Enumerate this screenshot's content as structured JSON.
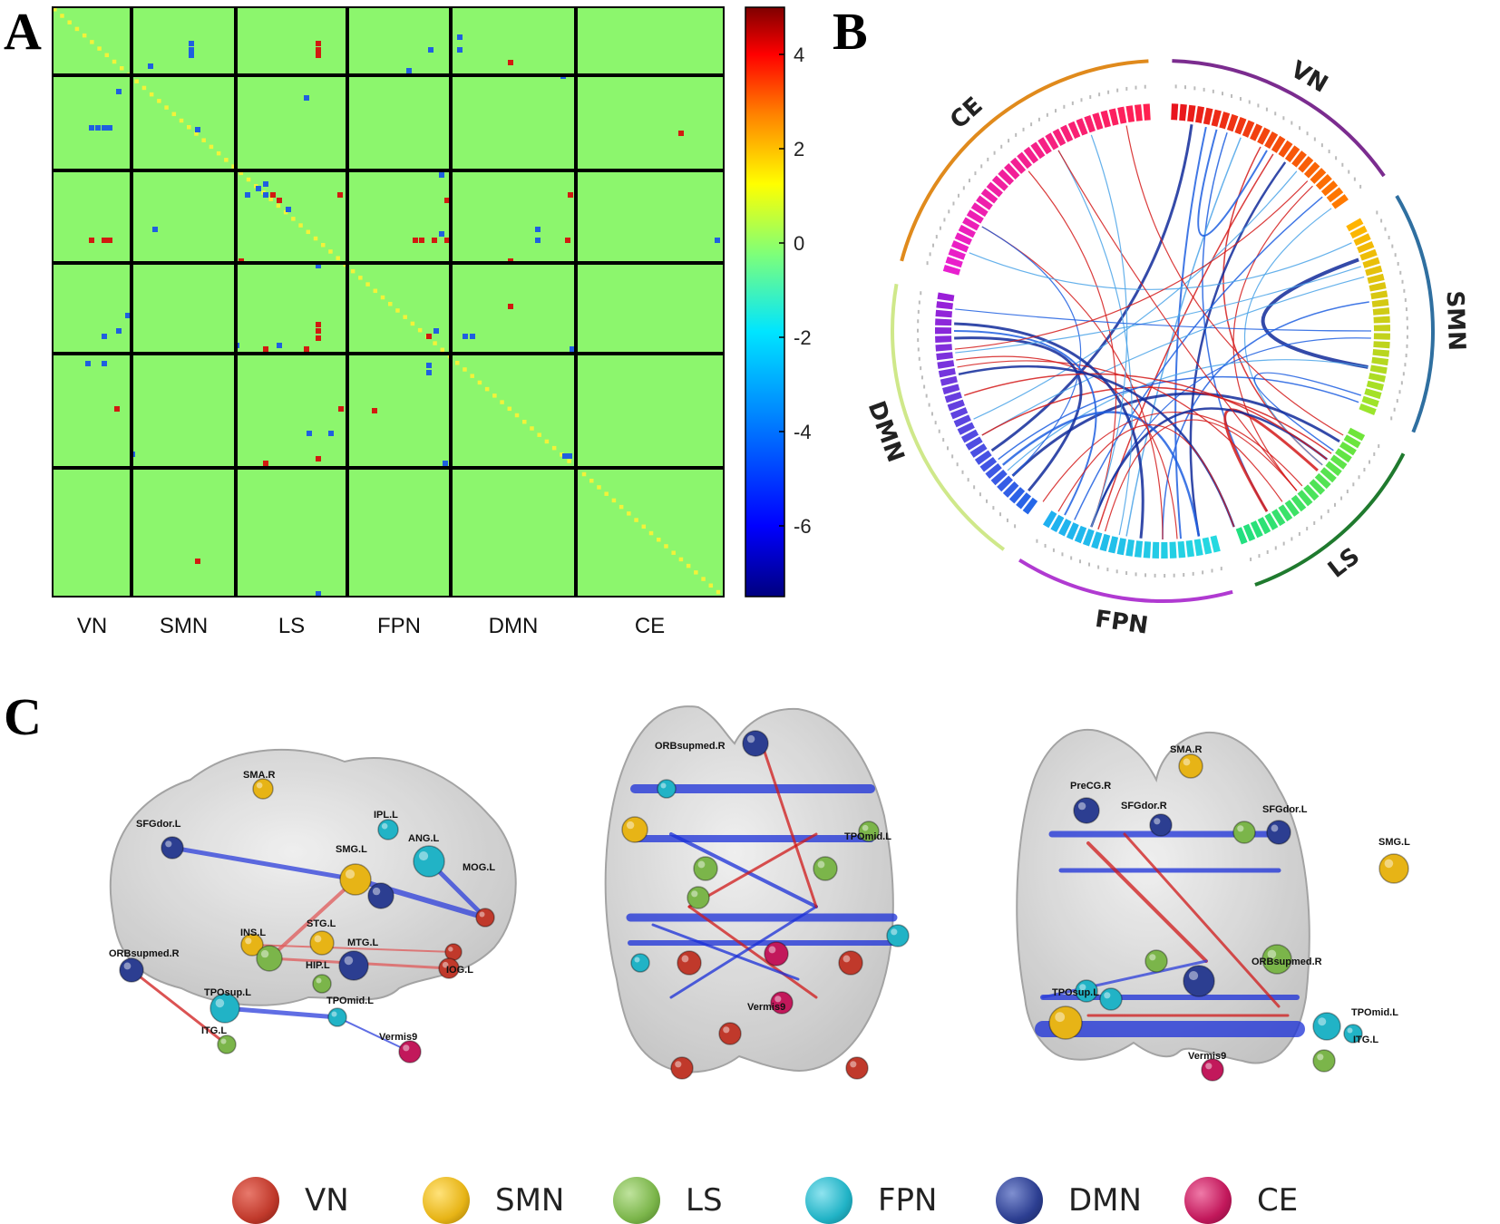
{
  "panel_letters": {
    "a": "A",
    "b": "B",
    "c": "C"
  },
  "colors": {
    "VN": "#c0392b",
    "SMN": "#e7b416",
    "LS": "#7bb54a",
    "FPN": "#21b3c6",
    "DMN": "#2c3e91",
    "CE": "#c2185b",
    "matrix_background": "#8cf66d",
    "diagonal": "#f2f23a"
  },
  "chart_data": [
    {
      "type": "heatmap",
      "panel": "A",
      "group_labels": [
        "VN",
        "SMN",
        "LS",
        "FPN",
        "DMN",
        "CE"
      ],
      "colorbar_ticks": [
        "4",
        "2",
        "0",
        "-2",
        "-4",
        "-6"
      ],
      "colorbar_range": [
        -7.5,
        5
      ],
      "colormap": "jet",
      "diagonal_value": 1
    },
    {
      "type": "chord",
      "panel": "B",
      "networks": [
        "VN",
        "SMN",
        "LS",
        "FPN",
        "DMN",
        "CE"
      ]
    }
  ],
  "brain_views": {
    "lateral_labels": [
      "SMA.R",
      "SFGdor.L",
      "IPL.L",
      "ANG.L",
      "SMG.L",
      "MOG.L",
      "INS.L",
      "STG.L",
      "MTG.L",
      "ORBsupmed.R",
      "HIP.L",
      "IOG.L",
      "TPOsup.L",
      "TPOmid.L",
      "ITG.L",
      "Vermis9"
    ],
    "axial_labels": [
      "ORBsupmed.R",
      "TPOmid.L",
      "Vermis9"
    ],
    "coronal_labels": [
      "SMA.R",
      "PreCG.R",
      "SFGdor.R",
      "SFGdor.L",
      "SMG.L",
      "ORBsupmed.R",
      "TPOsup.L",
      "TPOmid.L",
      "ITG.L",
      "Vermis9"
    ]
  },
  "legend": [
    {
      "label": "VN",
      "color": "#c0392b"
    },
    {
      "label": "SMN",
      "color": "#e7b416"
    },
    {
      "label": "LS",
      "color": "#7bb54a"
    },
    {
      "label": "FPN",
      "color": "#21b3c6"
    },
    {
      "label": "DMN",
      "color": "#2c3e91"
    },
    {
      "label": "CE",
      "color": "#c2185b"
    }
  ]
}
